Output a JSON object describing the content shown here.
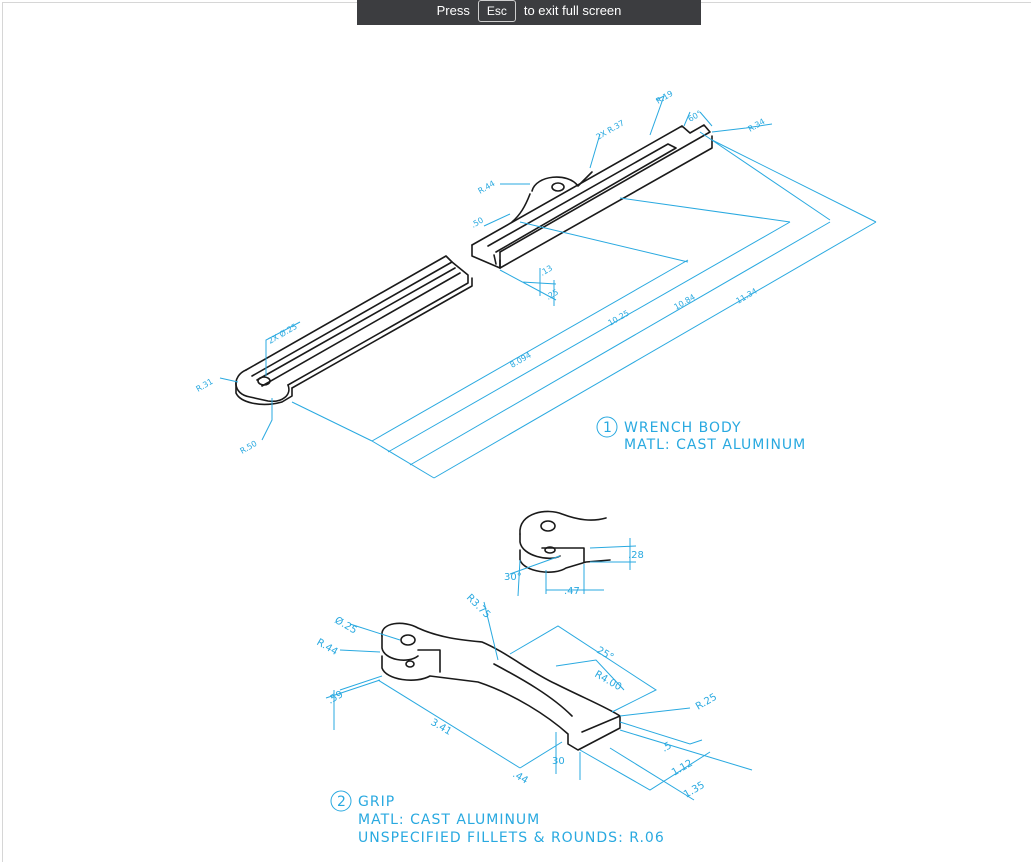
{
  "banner": {
    "prefix": "Press",
    "key": "Esc",
    "suffix": "to exit full screen"
  },
  "part1": {
    "number": "1",
    "title": "WRENCH BODY",
    "material": "MATL: CAST ALUMINUM",
    "dims": {
      "r19": "R.19",
      "deg60": "60°",
      "r34": "R.34",
      "r37": "2X R.37",
      "r44": "R.44",
      "d50": ".50",
      "d13": ".13",
      "d25small": ".25",
      "d1025": "10.25",
      "d1084": "10.84",
      "d1134": "11.34",
      "d8094": "8.094",
      "hole": "2X Ø.25",
      "r31": "R.31",
      "r50": "R.50"
    }
  },
  "part2": {
    "number": "2",
    "title": "GRIP",
    "material": "MATL: CAST ALUMINUM",
    "note": "UNSPECIFIED FILLETS & ROUNDS: R.06",
    "dims": {
      "d28": ".28",
      "deg30": "30°",
      "d47": ".47",
      "r375": "R3.75",
      "phi25": "Ø.25",
      "r44": "R.44",
      "d59": ".59",
      "d341": "3.41",
      "deg25": "25°",
      "r400": "R4.00",
      "r25": "R.25",
      "d5": ".5",
      "d112": "1.12",
      "d135": "1.35",
      "d44": ".44",
      "deg30b": "30"
    }
  },
  "colors": {
    "ink": "#1a1a1a",
    "dimension": "#29a9e0",
    "banner": "#3c3d40"
  }
}
